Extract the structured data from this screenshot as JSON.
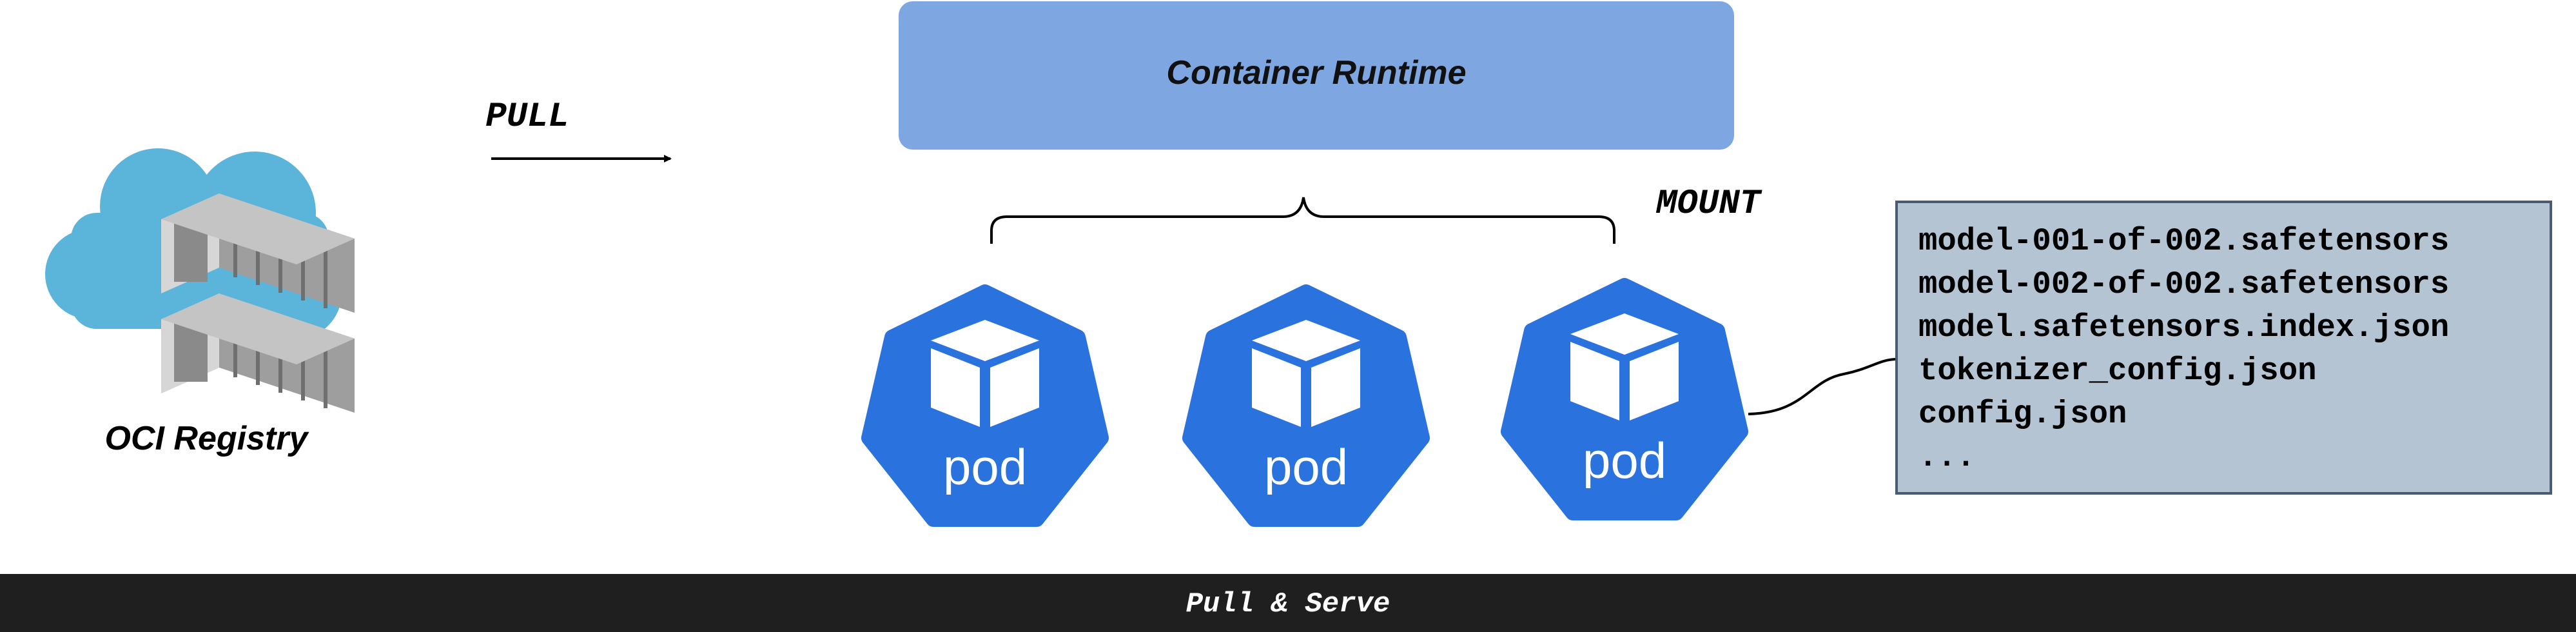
{
  "registry": {
    "label": "OCI Registry",
    "icon": "cloud-container-registry-icon"
  },
  "pull_label": "PULL",
  "runtime": {
    "label": "Container Runtime",
    "color": "#7EA7E1"
  },
  "mount_label": "MOUNT",
  "pods": [
    {
      "label": "pod",
      "icon": "kubernetes-pod-icon"
    },
    {
      "label": "pod",
      "icon": "kubernetes-pod-icon"
    },
    {
      "label": "pod",
      "icon": "kubernetes-pod-icon"
    }
  ],
  "pod_color": "#2A73DE",
  "files": {
    "items": [
      "model-001-of-002.safetensors",
      "model-002-of-002.safetensors",
      "model.safetensors.index.json",
      "tokenizer_config.json",
      "config.json",
      "..."
    ],
    "bg_color": "#B4C4D2"
  },
  "footer": {
    "label": "Pull & Serve",
    "bg_color": "#1F1F1F"
  }
}
